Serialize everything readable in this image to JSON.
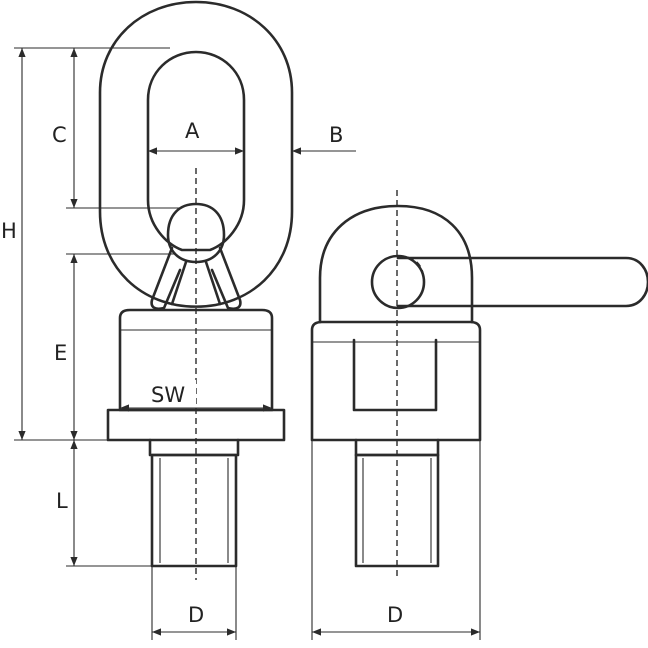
{
  "labels": {
    "A": "A",
    "B": "B",
    "C": "C",
    "H": "H",
    "E": "E",
    "SW": "SW",
    "L": "L",
    "D_front": "D",
    "D_side": "D"
  }
}
